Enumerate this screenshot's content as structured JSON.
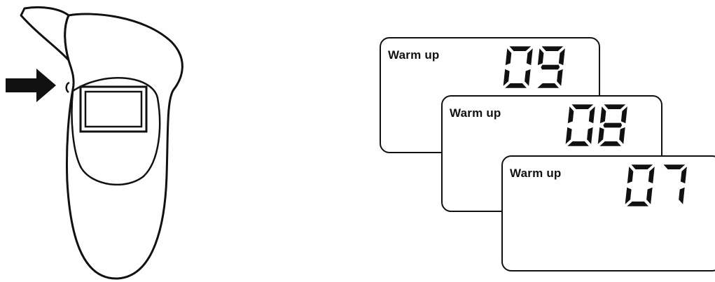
{
  "screens": [
    {
      "label": "Warm up",
      "value": "09"
    },
    {
      "label": "Warm up",
      "value": "08"
    },
    {
      "label": "Warm up",
      "value": "07"
    }
  ]
}
